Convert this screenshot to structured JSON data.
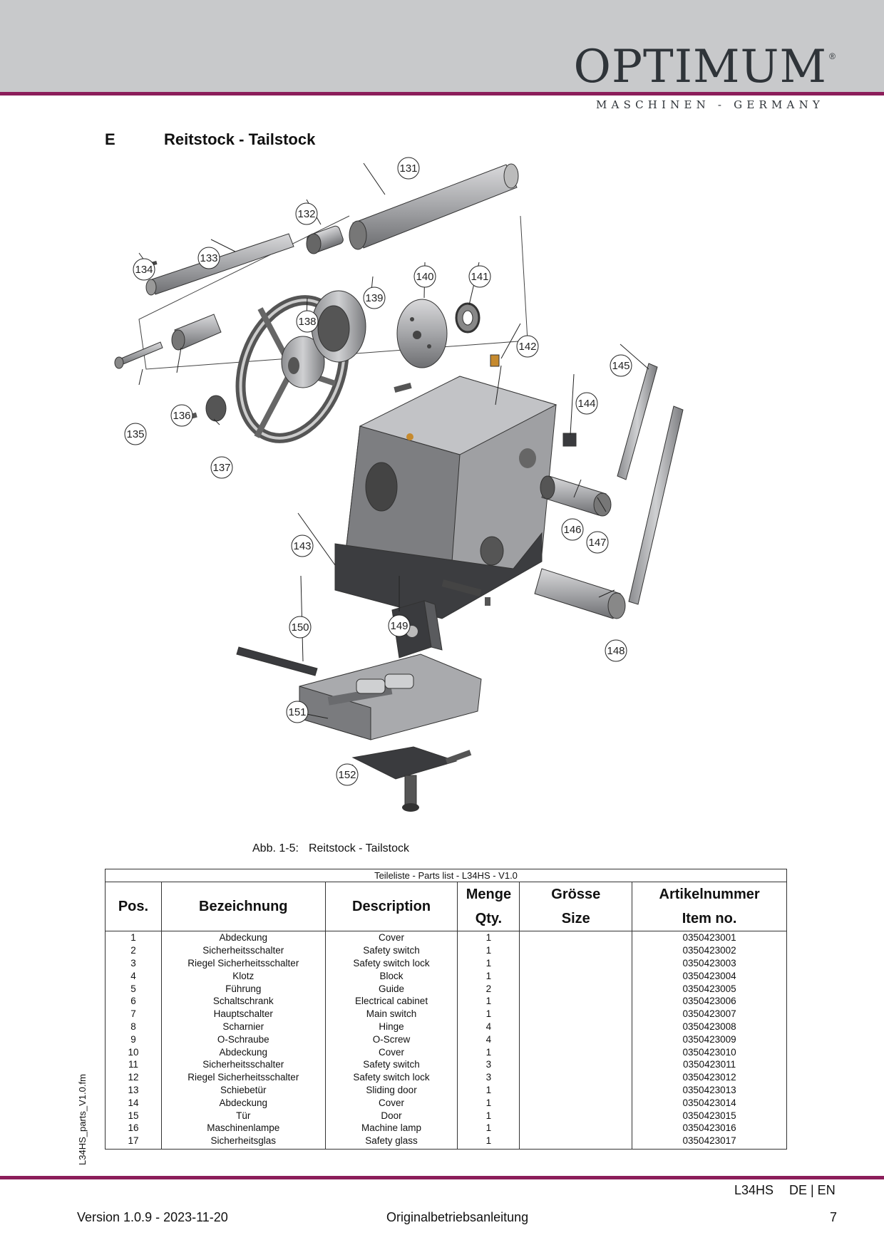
{
  "brand": {
    "name": "OPTIMUM",
    "registered": "®",
    "subtitle": "MASCHINEN - GERMANY"
  },
  "section": {
    "letter": "E",
    "title": "Reitstock - Tailstock"
  },
  "drawing": {
    "callouts": [
      "131",
      "132",
      "133",
      "134",
      "135",
      "136",
      "137",
      "138",
      "139",
      "140",
      "141",
      "142",
      "143",
      "144",
      "145",
      "146",
      "147",
      "148",
      "149",
      "150",
      "151",
      "152"
    ]
  },
  "figure_caption": {
    "label": "Abb. 1-5:",
    "text": "Reitstock - Tailstock"
  },
  "parts_table": {
    "caption": "Teileliste - Parts list - L34HS - V1.0",
    "headers": {
      "pos": "Pos.",
      "bezeichnung": "Bezeichnung",
      "description": "Description",
      "qty_de": "Menge",
      "qty_en": "Qty.",
      "size_de": "Grösse",
      "size_en": "Size",
      "item_de": "Artikelnummer",
      "item_en": "Item no."
    },
    "rows": [
      {
        "pos": "1",
        "de": "Abdeckung",
        "en": "Cover",
        "qty": "1",
        "size": "",
        "item": "0350423001"
      },
      {
        "pos": "2",
        "de": "Sicherheitsschalter",
        "en": "Safety switch",
        "qty": "1",
        "size": "",
        "item": "0350423002"
      },
      {
        "pos": "3",
        "de": "Riegel Sicherheitsschalter",
        "en": "Safety switch lock",
        "qty": "1",
        "size": "",
        "item": "0350423003"
      },
      {
        "pos": "4",
        "de": "Klotz",
        "en": "Block",
        "qty": "1",
        "size": "",
        "item": "0350423004"
      },
      {
        "pos": "5",
        "de": "Führung",
        "en": "Guide",
        "qty": "2",
        "size": "",
        "item": "0350423005"
      },
      {
        "pos": "6",
        "de": "Schaltschrank",
        "en": "Electrical cabinet",
        "qty": "1",
        "size": "",
        "item": "0350423006"
      },
      {
        "pos": "7",
        "de": "Hauptschalter",
        "en": "Main switch",
        "qty": "1",
        "size": "",
        "item": "0350423007"
      },
      {
        "pos": "8",
        "de": "Scharnier",
        "en": "Hinge",
        "qty": "4",
        "size": "",
        "item": "0350423008"
      },
      {
        "pos": "9",
        "de": "O-Schraube",
        "en": "O-Screw",
        "qty": "4",
        "size": "",
        "item": "0350423009"
      },
      {
        "pos": "10",
        "de": "Abdeckung",
        "en": "Cover",
        "qty": "1",
        "size": "",
        "item": "0350423010"
      },
      {
        "pos": "11",
        "de": "Sicherheitsschalter",
        "en": "Safety switch",
        "qty": "3",
        "size": "",
        "item": "0350423011"
      },
      {
        "pos": "12",
        "de": "Riegel Sicherheitsschalter",
        "en": "Safety switch lock",
        "qty": "3",
        "size": "",
        "item": "0350423012"
      },
      {
        "pos": "13",
        "de": "Schiebetür",
        "en": "Sliding door",
        "qty": "1",
        "size": "",
        "item": "0350423013"
      },
      {
        "pos": "14",
        "de": "Abdeckung",
        "en": "Cover",
        "qty": "1",
        "size": "",
        "item": "0350423014"
      },
      {
        "pos": "15",
        "de": "Tür",
        "en": "Door",
        "qty": "1",
        "size": "",
        "item": "0350423015"
      },
      {
        "pos": "16",
        "de": "Maschinenlampe",
        "en": "Machine lamp",
        "qty": "1",
        "size": "",
        "item": "0350423016"
      },
      {
        "pos": "17",
        "de": "Sicherheitsglas",
        "en": "Safety glass",
        "qty": "1",
        "size": "",
        "item": "0350423017"
      }
    ]
  },
  "side_note": "L34HS_parts_V1.0.fm",
  "footer": {
    "model": "L34HS",
    "languages": "DE | EN",
    "version": "Version 1.0.9 - 2023-11-20",
    "document": "Originalbetriebsanleitung",
    "page": "7"
  },
  "colors": {
    "accent": "#8c1d5a",
    "header_band": "#c8c9cb",
    "logo": "#2f3439"
  }
}
